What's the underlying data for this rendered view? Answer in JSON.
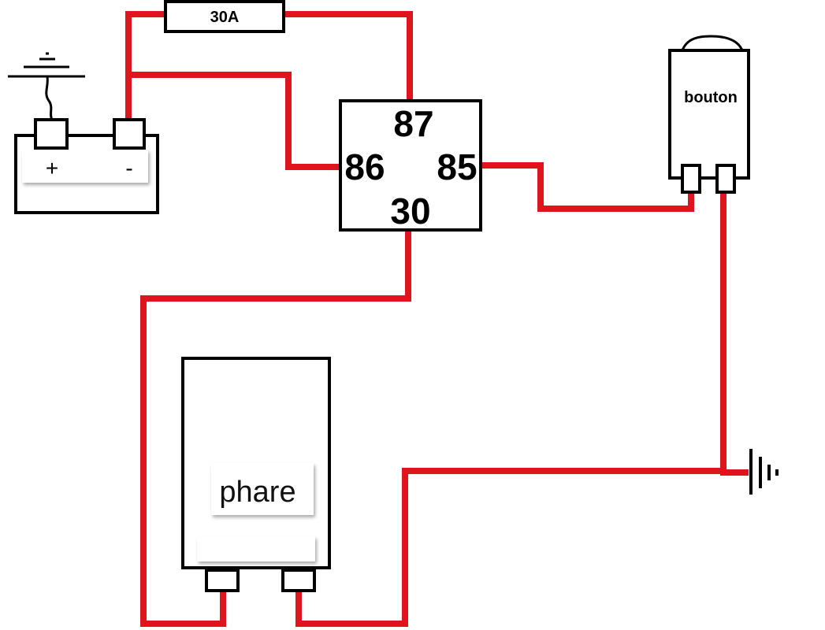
{
  "colors": {
    "wire": "#e0141c",
    "outline": "#000000",
    "background": "#ffffff"
  },
  "fuse": {
    "label": "30A"
  },
  "relay": {
    "pins": {
      "p87": "87",
      "p86": "86",
      "p85": "85",
      "p30": "30"
    }
  },
  "battery": {
    "plus": "+",
    "minus": "-"
  },
  "button": {
    "label": "bouton"
  },
  "lamp": {
    "label": "phare"
  },
  "icons": {
    "antenna": "antenna-ground-icon",
    "ground": "ground-icon"
  }
}
